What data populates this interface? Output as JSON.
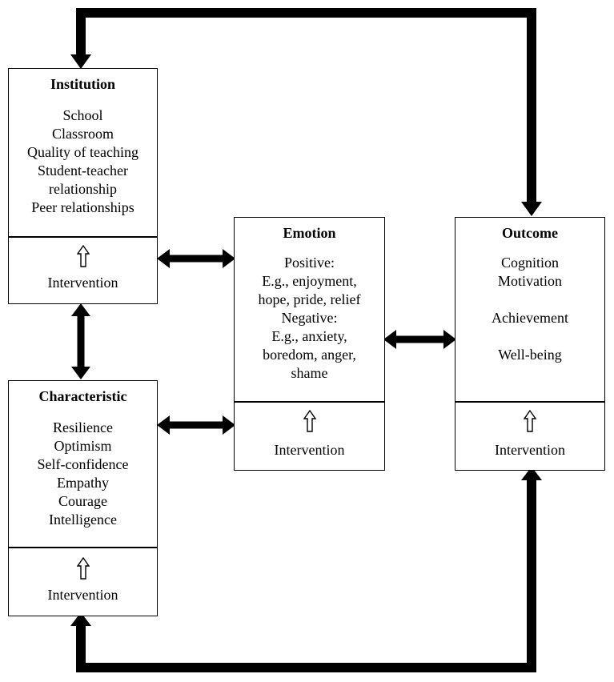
{
  "institution": {
    "title": "Institution",
    "items": [
      "School",
      "Classroom",
      "Quality of teaching",
      "Student-teacher",
      "relationship",
      "Peer relationships"
    ],
    "intervention": "Intervention"
  },
  "characteristic": {
    "title": "Characteristic",
    "items": [
      "Resilience",
      "Optimism",
      "Self-confidence",
      "Empathy",
      "Courage",
      "Intelligence"
    ],
    "intervention": "Intervention"
  },
  "emotion": {
    "title": "Emotion",
    "items": [
      "Positive:",
      "E.g., enjoyment,",
      "hope, pride, relief",
      "Negative:",
      "E.g., anxiety,",
      "boredom, anger,",
      "shame"
    ],
    "intervention": "Intervention"
  },
  "outcome": {
    "title": "Outcome",
    "items": [
      "Cognition",
      "Motivation",
      "",
      "Achievement",
      "",
      "Well-being"
    ],
    "intervention": "Intervention"
  }
}
